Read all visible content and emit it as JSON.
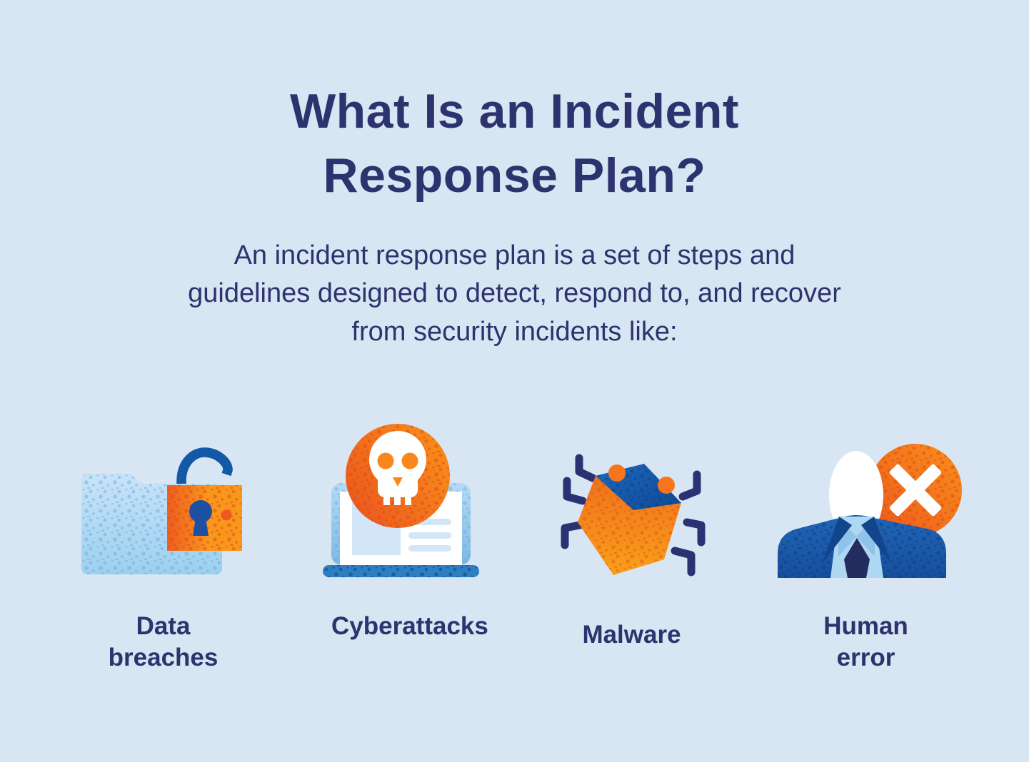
{
  "header": {
    "title": "What Is an Incident\nResponse Plan?",
    "subtitle": "An incident response plan is a set of steps and\nguidelines designed to detect, respond to, and recover\nfrom security incidents like:"
  },
  "incidents": [
    {
      "label": "Data breaches",
      "icon": "folder-lock-icon"
    },
    {
      "label": "Cyberattacks",
      "icon": "laptop-skull-icon"
    },
    {
      "label": "Malware",
      "icon": "malware-bug-icon"
    },
    {
      "label": "Human error",
      "icon": "person-error-icon"
    }
  ],
  "colors": {
    "background": "#d8e5f2",
    "navy_text": "#2d336e",
    "orange": "#f8941d",
    "deep_orange": "#ee5a1f",
    "sky_blue": "#a9d4f0",
    "pale_blue": "#cfe4f6",
    "medium_blue": "#2e7fc2",
    "royal_blue": "#1e63b5",
    "dark_blue": "#1459a6",
    "ink_navy": "#232c5e",
    "white": "#ffffff"
  }
}
